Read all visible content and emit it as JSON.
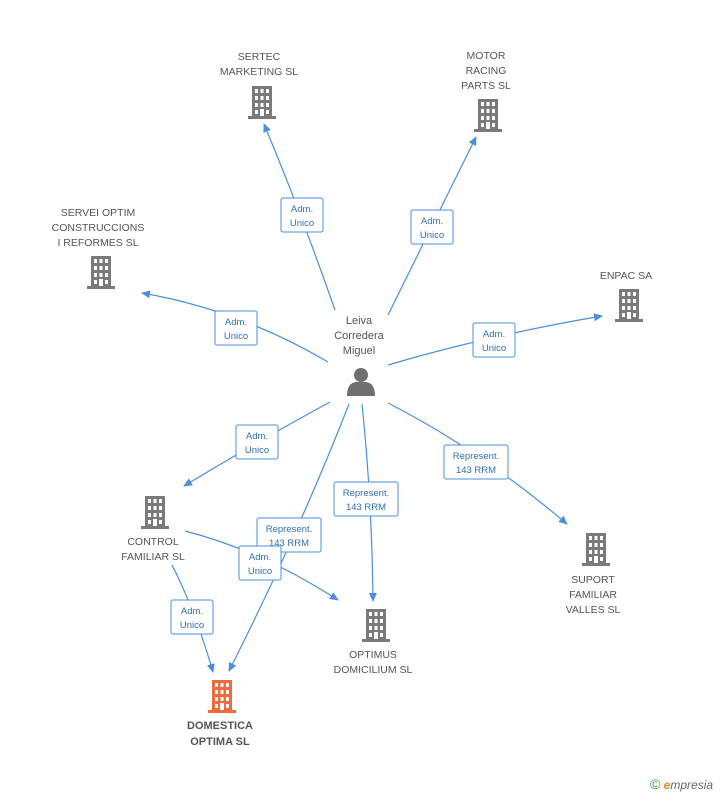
{
  "colors": {
    "building": "#7a7a7a",
    "focus_building": "#f26a3a",
    "edge": "#4a8fdc",
    "edge_text": "#2f6fba",
    "person": "#6f6f6f"
  },
  "person": {
    "name_lines": [
      "Leiva",
      "Corredera",
      "Miguel"
    ],
    "icon": "person-icon"
  },
  "companies": [
    {
      "id": "sertec",
      "lines": [
        "SERTEC",
        "MARKETING  SL"
      ],
      "icon": "building-icon"
    },
    {
      "id": "motor",
      "lines": [
        "MOTOR",
        "RACING",
        "PARTS SL"
      ],
      "icon": "building-icon"
    },
    {
      "id": "servei",
      "lines": [
        "SERVEI OPTIM",
        "CONSTRUCCIONS",
        "I REFORMES  SL"
      ],
      "icon": "building-icon"
    },
    {
      "id": "enpac",
      "lines": [
        "ENPAC SA"
      ],
      "icon": "building-icon"
    },
    {
      "id": "control",
      "lines": [
        "CONTROL",
        "FAMILIAR SL"
      ],
      "icon": "building-icon"
    },
    {
      "id": "suport",
      "lines": [
        "SUPORT",
        "FAMILIAR",
        "VALLES SL"
      ],
      "icon": "building-icon"
    },
    {
      "id": "optimus",
      "lines": [
        "OPTIMUS",
        "DOMICILIUM  SL"
      ],
      "icon": "building-icon"
    },
    {
      "id": "domestica",
      "lines": [
        "DOMESTICA",
        "OPTIMA SL"
      ],
      "icon": "building-icon",
      "focus": true
    }
  ],
  "edges": [
    {
      "id": "p-sertec",
      "label": [
        "Adm.",
        "Unico"
      ]
    },
    {
      "id": "p-motor",
      "label": [
        "Adm.",
        "Unico"
      ]
    },
    {
      "id": "p-servei",
      "label": [
        "Adm.",
        "Unico"
      ]
    },
    {
      "id": "p-enpac",
      "label": [
        "Adm.",
        "Unico"
      ]
    },
    {
      "id": "p-control",
      "label": [
        "Adm.",
        "Unico"
      ]
    },
    {
      "id": "p-suport",
      "label": [
        "Represent.",
        "143 RRM"
      ]
    },
    {
      "id": "p-optimus",
      "label": [
        "Represent.",
        "143 RRM"
      ]
    },
    {
      "id": "p-domestica",
      "label": [
        "Adm.",
        "Unico"
      ]
    },
    {
      "id": "control-optimus",
      "label": [
        "Represent.",
        "143 RRM"
      ]
    },
    {
      "id": "control-domestica",
      "label": [
        "Adm.",
        "Unico"
      ]
    }
  ],
  "footer": {
    "copyright_symbol": "©",
    "brand_initial": "e",
    "brand_rest": "mpresia"
  }
}
